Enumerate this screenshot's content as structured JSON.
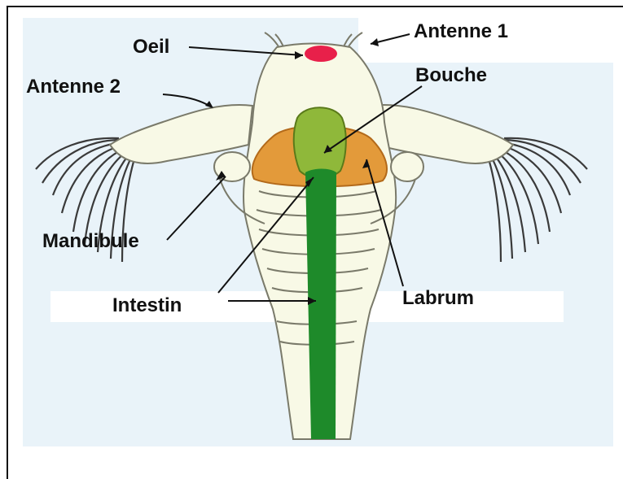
{
  "labels": {
    "oeil": "Oeil",
    "antenne1": "Antenne 1",
    "antenne2": "Antenne 2",
    "bouche": "Bouche",
    "mandibule": "Mandibule",
    "intestin": "Intestin",
    "labrum": "Labrum"
  },
  "colors": {
    "body": "#f8f9e6",
    "outline": "#7a7a6a",
    "eye": "#e8204a",
    "labrum": "#e39a3a",
    "mouth": "#8fb83a",
    "intestine": "#1e8a2a",
    "background_band": "#e9f3f9",
    "setae": "#3a3a3a"
  }
}
